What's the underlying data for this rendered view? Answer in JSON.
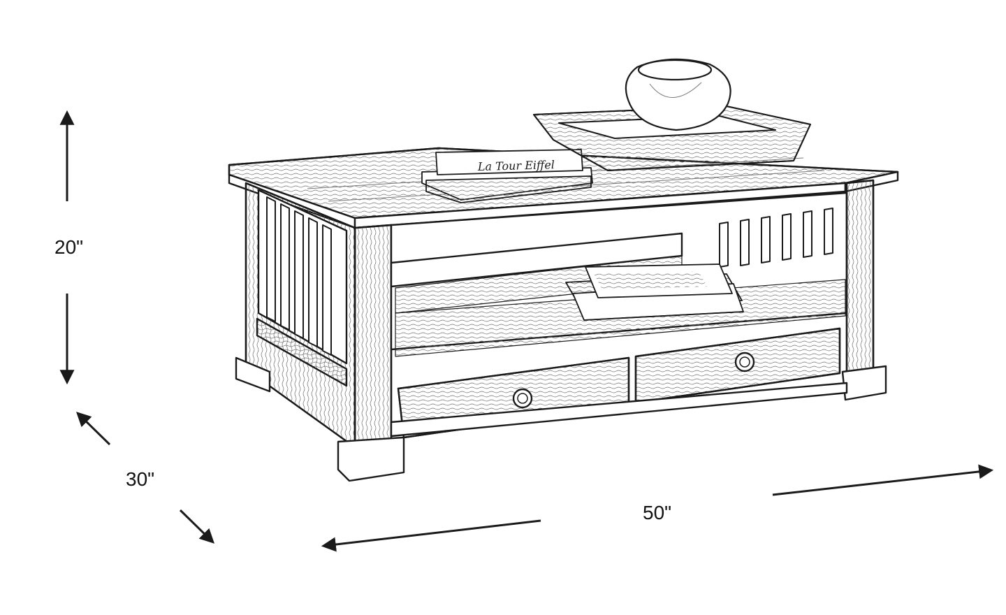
{
  "dimensions": {
    "height": "20\"",
    "depth": "30\"",
    "width": "50\""
  },
  "book_spine_text": "La Tour Eiffel",
  "colors": {
    "line": "#1a1a1a",
    "shade": "#555555",
    "background": "#ffffff"
  }
}
